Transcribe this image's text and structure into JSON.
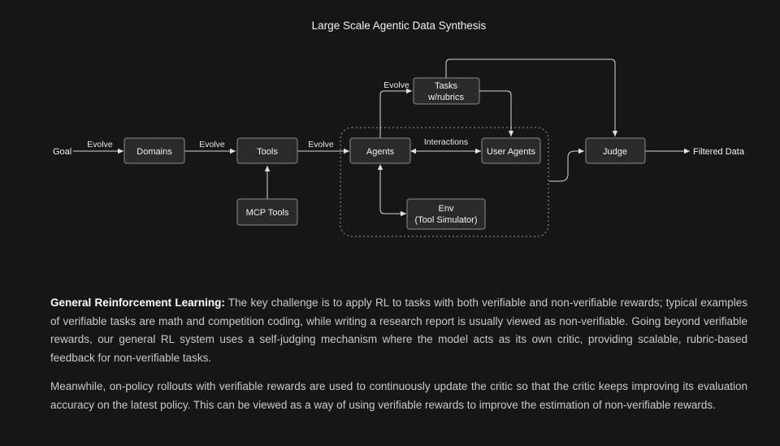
{
  "title": "Large Scale Agentic Data Synthesis",
  "nodes": {
    "goal": "Goal",
    "domains": "Domains",
    "tools": "Tools",
    "mcp_tools": "MCP Tools",
    "agents": "Agents",
    "tasks_line1": "Tasks",
    "tasks_line2": "w/rubrics",
    "user_agents": "User Agents",
    "env_line1": "Env",
    "env_line2": "(Tool Simulator)",
    "judge": "Judge",
    "filtered_data": "Filtered Data"
  },
  "edge_labels": {
    "goal_domains": "Evolve",
    "domains_tools": "Evolve",
    "tools_agents": "Evolve",
    "agents_tasks": "Evolve",
    "agents_users": "Interactions"
  },
  "paragraph1": {
    "heading": "General Reinforcement Learning:",
    "body": " The key challenge is to apply RL to tasks with both verifiable and non-verifiable rewards; typical examples of verifiable tasks are math and competition coding, while writing a research report is usually viewed as non-verifiable.  Going beyond verifiable rewards, our general RL system uses a self-judging mechanism where the model acts as its own critic, providing scalable, rubric-based feedback for non-verifiable tasks."
  },
  "paragraph2": "Meanwhile, on-policy rollouts with verifiable rewards are used to continuously update the critic so that the critic keeps improving its evaluation accuracy on the latest policy. This can be viewed as a way of using verifiable rewards to improve the estimation of non-verifiable rewards."
}
